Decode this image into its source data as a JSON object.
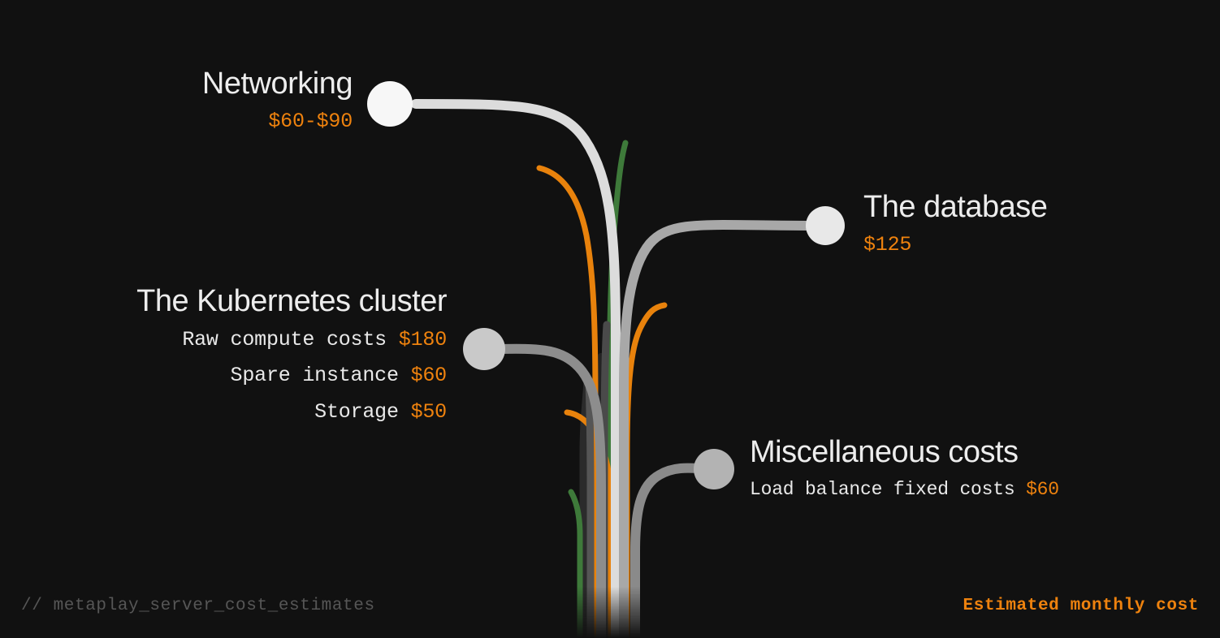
{
  "meta": {
    "background_color": "#111111",
    "accent_color": "#ee820e",
    "text_color": "#ededed",
    "green_color": "#3e7a3a",
    "muted_color": "#565656"
  },
  "footer": {
    "left_text": "// metaplay_server_cost_estimates",
    "right_text": "Estimated monthly cost"
  },
  "nodes": [
    {
      "id": "networking",
      "title": "Networking",
      "align": "right",
      "dot_color": "#f7f7f7",
      "lines": [
        {
          "label": "",
          "amount": "$60-$90"
        }
      ]
    },
    {
      "id": "database",
      "title": "The database",
      "align": "left",
      "dot_color": "#e8e8e8",
      "lines": [
        {
          "label": "",
          "amount": "$125"
        }
      ]
    },
    {
      "id": "kubernetes",
      "title": "The Kubernetes cluster",
      "align": "right",
      "dot_color": "#c9c9c9",
      "lines": [
        {
          "label": "Raw compute costs ",
          "amount": "$180"
        },
        {
          "label": "Spare instance ",
          "amount": "$60"
        },
        {
          "label": "Storage ",
          "amount": "$50"
        }
      ]
    },
    {
      "id": "misc",
      "title": "Miscellaneous costs",
      "align": "left",
      "dot_color": "#b3b3b3",
      "lines": [
        {
          "label": "Load balance fixed costs ",
          "amount": "$60"
        }
      ]
    }
  ],
  "chart_data": {
    "type": "diagram",
    "title": "metaplay_server_cost_estimates",
    "units": "USD per month",
    "categories": [
      "Networking",
      "The database",
      "The Kubernetes cluster",
      "Miscellaneous costs"
    ],
    "items": [
      {
        "category": "Networking",
        "label": "Networking",
        "value_text": "$60-$90",
        "min": 60,
        "max": 90
      },
      {
        "category": "The database",
        "label": "The database",
        "value_text": "$125",
        "min": 125,
        "max": 125
      },
      {
        "category": "The Kubernetes cluster",
        "label": "Raw compute costs",
        "value_text": "$180",
        "min": 180,
        "max": 180
      },
      {
        "category": "The Kubernetes cluster",
        "label": "Spare instance",
        "value_text": "$60",
        "min": 60,
        "max": 60
      },
      {
        "category": "The Kubernetes cluster",
        "label": "Storage",
        "value_text": "$50",
        "min": 50,
        "max": 50
      },
      {
        "category": "Miscellaneous costs",
        "label": "Load balance fixed costs",
        "value_text": "$60",
        "min": 60,
        "max": 60
      }
    ]
  }
}
